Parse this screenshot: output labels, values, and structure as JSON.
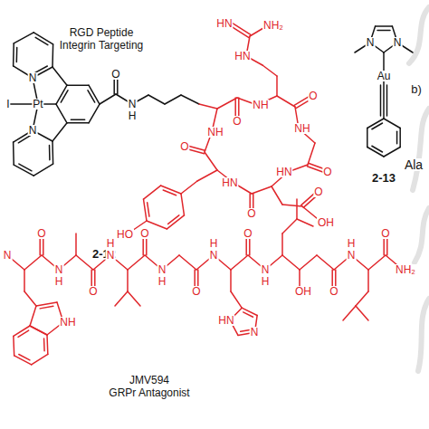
{
  "diagram": {
    "labels": [
      "RGD Peptide",
      "Integrin Targeting",
      "I",
      "Pt",
      "N",
      "N",
      "O",
      "N",
      "H",
      "HN",
      "NH₂",
      "HN",
      "O",
      "NH",
      "O",
      "NH",
      "O",
      "HN",
      "O",
      "OH",
      "O",
      "HN",
      "O",
      "NH",
      "HO",
      "2-12",
      "N",
      "N",
      "Au",
      "2-13",
      "b)",
      "Ala",
      "N",
      "O",
      "N",
      "H",
      "O",
      "N",
      "H",
      "O",
      "N",
      "H",
      "O",
      "N",
      "H",
      "O",
      "N",
      "H",
      "OH",
      "O",
      "N",
      "H",
      "O",
      "NH₂",
      "NH",
      "N",
      "HN",
      "JMV594",
      "GRPr Antagonist"
    ]
  }
}
